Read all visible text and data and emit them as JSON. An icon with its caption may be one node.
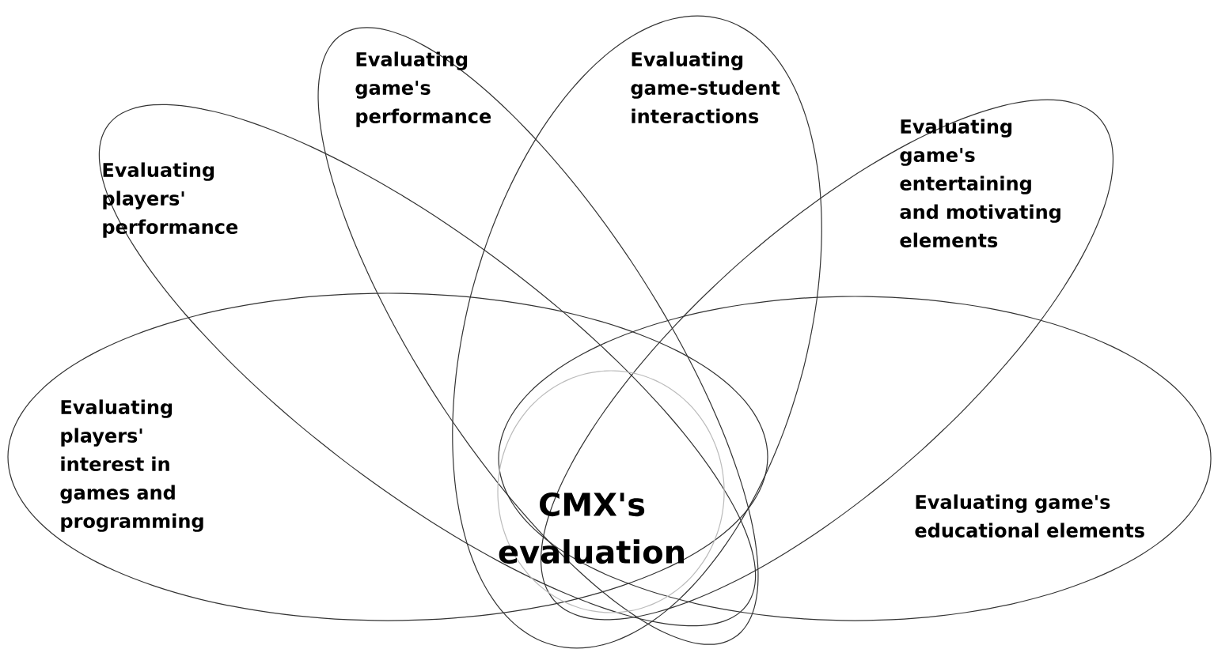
{
  "diagram": {
    "nodes": [
      {
        "text": [
          "Evaluating players' performance"
        ]
      },
      {
        "text": [
          "Evaluating game's performance"
        ]
      },
      {
        "text": [
          "Evaluating game-student interactions"
        ]
      },
      {
        "text": [
          "Evaluating game's entertaining and motivating elements"
        ]
      },
      {
        "text": [
          "Evaluating players' interest in games and programming"
        ]
      },
      {
        "text": [
          "Evaluating game's educational elements"
        ]
      },
      {
        "text": [
          "CMX's evaluation"
        ]
      }
    ]
  }
}
